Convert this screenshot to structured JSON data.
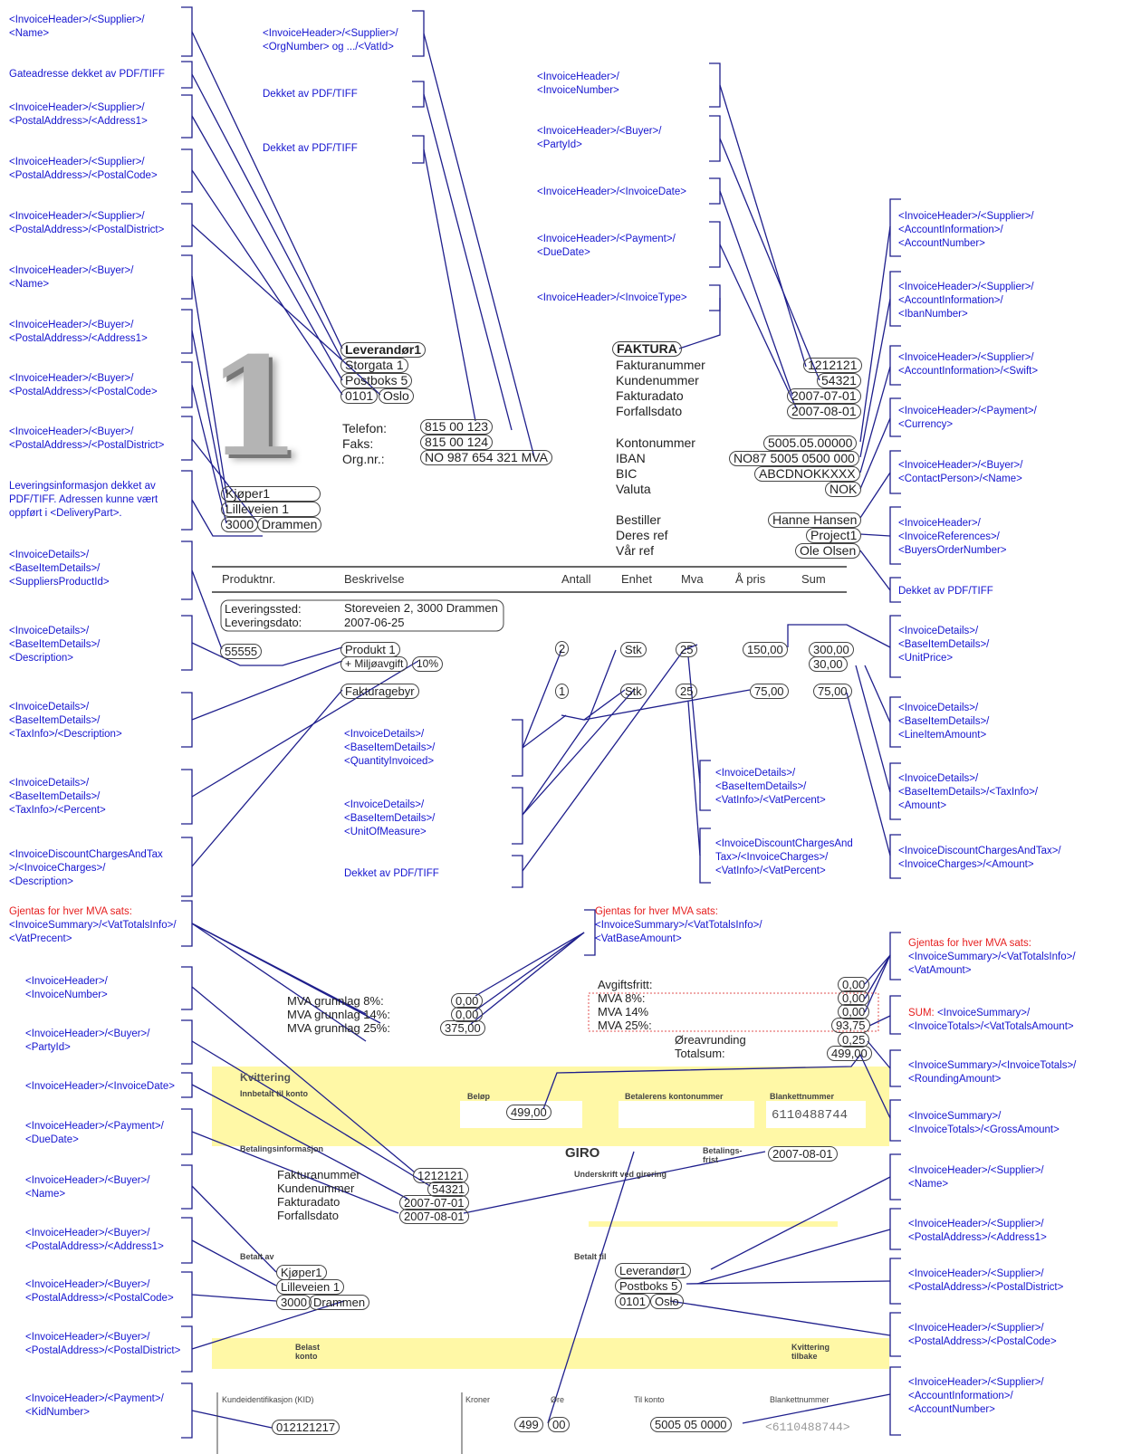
{
  "left_labels": [
    "<InvoiceHeader>/<Supplier>/\n<Name>",
    "Gateadresse dekket av PDF/TIFF",
    "<InvoiceHeader>/<Supplier>/\n<PostalAddress>/<Address1>",
    "<InvoiceHeader>/<Supplier>/\n<PostalAddress>/<PostalCode>",
    "<InvoiceHeader>/<Supplier>/\n<PostalAddress>/<PostalDistrict>",
    "<InvoiceHeader>/<Buyer>/\n<Name>",
    "<InvoiceHeader>/<Buyer>/\n<PostalAddress>/<Address1>",
    "<InvoiceHeader>/<Buyer>/\n<PostalAddress>/<PostalCode>",
    "<InvoiceHeader>/<Buyer>/\n<PostalAddress>/<PostalDistrict>",
    "Leveringsinformasjon dekket av\nPDF/TIFF. Adressen kunne vært\noppført i <DeliveryPart>.",
    "<InvoiceDetails>/\n<BaseItemDetails>/\n<SuppliersProductId>",
    "<InvoiceDetails>/\n<BaseItemDetails>/\n<Description>",
    "<InvoiceDetails>/\n<BaseItemDetails>/\n<TaxInfo>/<Description>",
    "<InvoiceDetails>/\n<BaseItemDetails>/\n<TaxInfo>/<Percent>",
    "<InvoiceDiscountChargesAndTax\n>/<InvoiceCharges>/\n<Description>",
    "<InvoiceHeader>/\n<InvoiceNumber>",
    "<InvoiceHeader>/<Buyer>/\n<PartyId>",
    "<InvoiceHeader>/<InvoiceDate>",
    "<InvoiceHeader>/<Payment>/\n<DueDate>",
    "<InvoiceHeader>/<Buyer>/\n<Name>",
    "<InvoiceHeader>/<Buyer>/\n<PostalAddress>/<Address1>",
    "<InvoiceHeader>/<Buyer>/\n<PostalAddress>/<PostalCode>",
    "<InvoiceHeader>/<Buyer>/\n<PostalAddress>/<PostalDistrict>",
    "<InvoiceHeader>/<Payment>/\n<KidNumber>"
  ],
  "repeat_vat_percent": {
    "red": "Gjentas for hver MVA sats:",
    "blue": "<InvoiceSummary>/<VatTotalsInfo>/\n<VatPrecent>"
  },
  "mid_labels": [
    "<InvoiceHeader>/<Supplier>/\n<OrgNumber> og .../<VatId>",
    "Dekket av PDF/TIFF",
    "Dekket av PDF/TIFF",
    "<InvoiceHeader>/\n<InvoiceNumber>",
    "<InvoiceHeader>/<Buyer>/\n<PartyId>",
    "<InvoiceHeader>/<InvoiceDate>",
    "<InvoiceHeader>/<Payment>/\n<DueDate>",
    "<InvoiceHeader>/<InvoiceType>",
    "<InvoiceDetails>/\n<BaseItemDetails>/\n<QuantityInvoiced>",
    "<InvoiceDetails>/\n<BaseItemDetails>/\n<UnitOfMeasure>",
    "Dekket av PDF/TIFF",
    "<InvoiceDetails>/\n<BaseItemDetails>/\n<VatInfo>/<VatPercent>",
    "<InvoiceDiscountChargesAnd\nTax>/<InvoiceCharges>/\n<VatInfo>/<VatPercent>"
  ],
  "repeat_vat_base": {
    "red": "Gjentas for hver MVA sats:",
    "blue": "<InvoiceSummary>/<VatTotalsInfo>/\n<VatBaseAmount>"
  },
  "right_labels": [
    "<InvoiceHeader>/<Supplier>/\n<AccountInformation>/\n<AccountNumber>",
    "<InvoiceHeader>/<Supplier>/\n<AccountInformation>/\n<IbanNumber>",
    "<InvoiceHeader>/<Supplier>/\n<AccountInformation>/<Swift>",
    "<InvoiceHeader>/<Payment>/\n<Currency>",
    "<InvoiceHeader>/<Buyer>/\n<ContactPerson>/<Name>",
    "<InvoiceHeader>/\n<InvoiceReferences>/\n<BuyersOrderNumber>",
    "Dekket av PDF/TIFF",
    "<InvoiceDetails>/\n<BaseItemDetails>/\n<UnitPrice>",
    "<InvoiceDetails>/\n<BaseItemDetails>/\n<LineItemAmount>",
    "<InvoiceDetails>/\n<BaseItemDetails>/<TaxInfo>/\n<Amount>",
    "<InvoiceDiscountChargesAndTax>/\n<InvoiceCharges>/<Amount>",
    "<InvoiceSummary>/<InvoiceTotals>/\n<RoundingAmount>",
    "<InvoiceSummary>/\n<InvoiceTotals>/<GrossAmount>",
    "<InvoiceHeader>/<Supplier>/\n<Name>",
    "<InvoiceHeader>/<Supplier>/\n<PostalAddress>/<Address1>",
    "<InvoiceHeader>/<Supplier>/\n<PostalAddress>/<PostalDistrict>",
    "<InvoiceHeader>/<Supplier>/\n<PostalAddress>/<PostalCode>",
    "<InvoiceHeader>/<Supplier>/\n<AccountInformation>/\n<AccountNumber>"
  ],
  "repeat_vat_amount": {
    "red": "Gjentas for hver MVA sats:",
    "blue": "<InvoiceSummary>/<VatTotalsInfo>/\n<VatAmount>"
  },
  "sum_label": {
    "red": "SUM: ",
    "blue1": "<InvoiceSummary>/",
    "blue2": "<InvoiceTotals>/<VatTotalsAmount>"
  },
  "invoice": {
    "supplier": {
      "name": "Leverandør1",
      "street": "Storgata 1",
      "box": "Postboks 5",
      "zip": "0101",
      "city": "Oslo"
    },
    "phone_label": "Telefon:",
    "phone": "815 00 123",
    "fax_label": "Faks:",
    "fax": "815 00 124",
    "org_label": "Org.nr.:",
    "org": "NO 987 654 321 MVA",
    "buyer": {
      "name": "Kjøper1",
      "street": "Lilleveien 1",
      "zip": "3000",
      "city": "Drammen"
    },
    "type": "FAKTURA",
    "meta_labels": [
      "Fakturanummer",
      "Kundenummer",
      "Fakturadato",
      "Forfallsdato"
    ],
    "meta_values": [
      "1212121",
      "54321",
      "2007-07-01",
      "2007-08-01"
    ],
    "bank_labels": [
      "Kontonummer",
      "IBAN",
      "BIC",
      "Valuta"
    ],
    "bank_values": [
      "5005.05.00000",
      "NO87 5005 0500 000",
      "ABCDNOKKXXX",
      "NOK"
    ],
    "ref_labels": [
      "Bestiller",
      "Deres ref",
      "Vår ref"
    ],
    "ref_values": [
      "Hanne Hansen",
      "Project1",
      "Ole Olsen"
    ],
    "columns": [
      "Produktnr.",
      "Beskrivelse",
      "Antall",
      "Enhet",
      "Mva",
      "Å pris",
      "Sum"
    ],
    "delivery_labels": [
      "Leveringssted:",
      "Leveringsdato:"
    ],
    "delivery_values": [
      "Storeveien 2, 3000 Drammen",
      "2007-06-25"
    ],
    "product_no": "55555",
    "product": "Produkt 1",
    "env_fee": "+ Miljøavgift",
    "env_pct": "10%",
    "fee": "Fakturagebyr",
    "qty1": "2",
    "unit1": "Stk",
    "vat1": "25",
    "price1": "150,00",
    "sum1": "300,00",
    "tax1": "30,00",
    "qty2": "1",
    "unit2": "Stk",
    "vat2": "25",
    "price2": "75,00",
    "sum2": "75,00",
    "vatbase_labels": [
      "MVA grunnlag 8%:",
      "MVA grunnlag 14%:",
      "MVA grunnlag 25%:"
    ],
    "vatbase_values": [
      "0,00",
      "0,00",
      "375,00"
    ],
    "tot_labels": [
      "Avgiftsfritt:",
      "MVA 8%:",
      "MVA 14%",
      "MVA 25%:",
      "Øreavrunding",
      "Totalsum:"
    ],
    "tot_values": [
      "0,00",
      "0,00",
      "0,00",
      "93,75",
      "0,25",
      "499,00"
    ]
  },
  "giro": {
    "kvittering": "Kvittering",
    "innbetalt": "Innbetalt til konto",
    "belop": "Beløp",
    "betalerens": "Betalerens kontonummer",
    "blankett": "Blankettnummer",
    "blankett_no": "6110488744",
    "amount": "499,00",
    "betalingsinfo": "Betalingsinformasjon",
    "giro": "GIRO",
    "frist": "Betalings-\nfrist",
    "due": "2007-08-01",
    "underskrift": "Underskrift ved girering",
    "betalt_av": "Betalt av",
    "betalt_til": "Betalt til",
    "belast": "Belast\nkonto",
    "kvittering_tilbake": "Kvittering\ntilbake",
    "kid_label": "Kundeidentifikasjon (KID)",
    "kroner": "Kroner",
    "ore": "Øre",
    "til_konto": "Til konto",
    "blankett2": "Blankettnummer",
    "kid": "012121217",
    "kr": "499",
    "ore_val": "00",
    "account": "5005 05 0000",
    "blankett2_no": "<6110488744>"
  }
}
